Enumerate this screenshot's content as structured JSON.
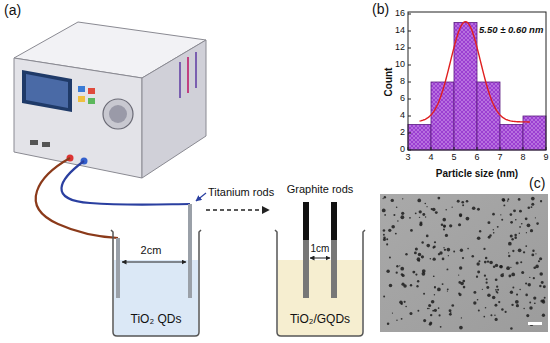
{
  "diagram": {
    "nodes": [
      {
        "text": [
          "TiO₂ QDs"
        ]
      },
      {
        "text": [
          "TiO₂/GQDs"
        ]
      }
    ],
    "edges": [
      {
        "from": 0,
        "to": 1,
        "arrow": "to"
      }
    ],
    "labels": [
      "(a)",
      "Titanium rods",
      "2cm",
      "Graphite rods",
      "1cm",
      "(b)",
      "5.50 ± 0.60 nm",
      "Count",
      "Particle size (nm)",
      "0",
      "2",
      "4",
      "6",
      "8",
      "10",
      "12",
      "14",
      "16",
      "3",
      "4",
      "5",
      "6",
      "7",
      "8",
      "9",
      "(c)"
    ]
  }
}
